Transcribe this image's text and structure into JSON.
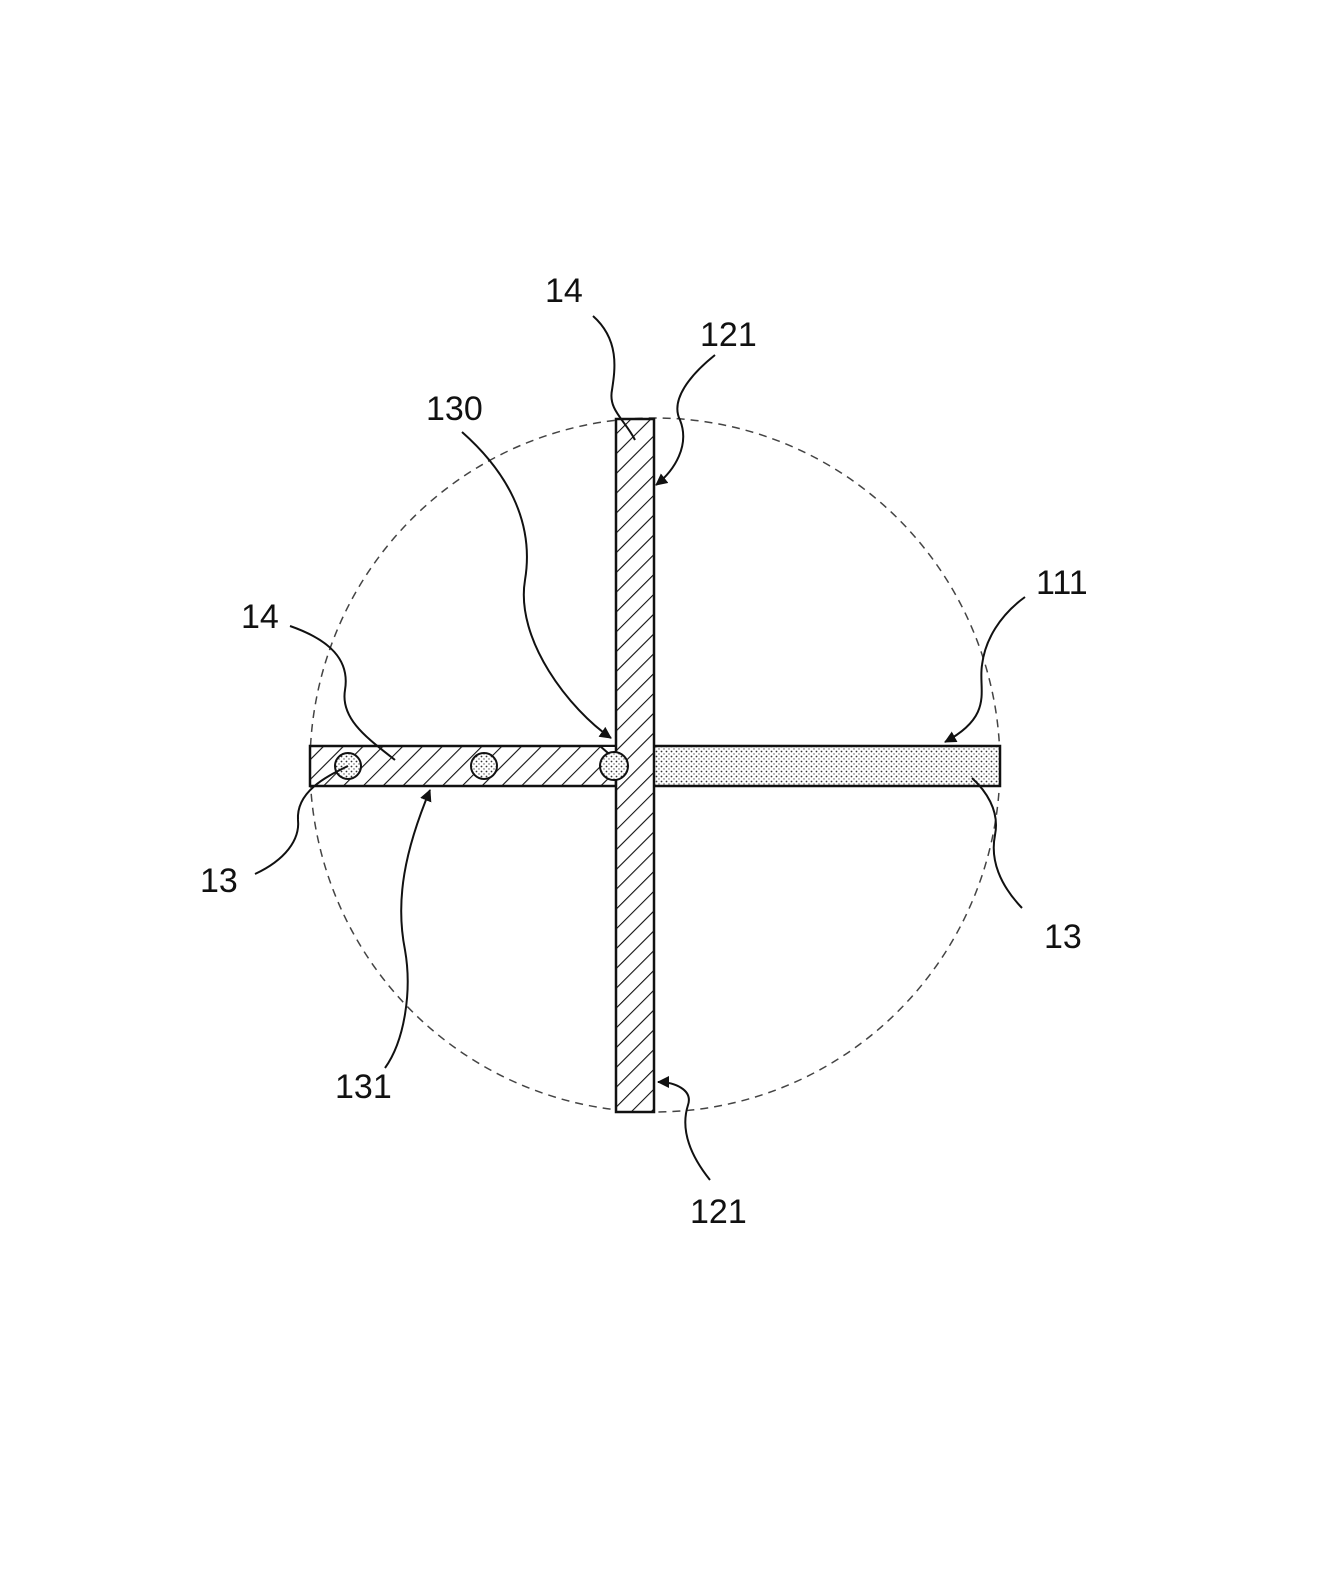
{
  "labels": {
    "top_14": "14",
    "top_121": "121",
    "label_130": "130",
    "left_14": "14",
    "right_111": "111",
    "left_13": "13",
    "right_13": "13",
    "label_131": "131",
    "bottom_121": "121"
  },
  "colors": {
    "line": "#111111",
    "hatch": "#111111",
    "dot": "#333333",
    "dashed_circle": "#444444",
    "background": "#ffffff"
  }
}
